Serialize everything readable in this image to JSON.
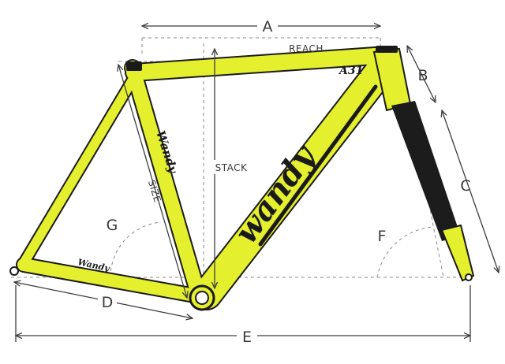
{
  "diagram": {
    "colors": {
      "frame": "#e4ef2d",
      "frame_outline": "#1a1a1a",
      "fork_dark": "#1c1c1c",
      "dimension_line": "#3d3d3d",
      "guide_dashes": "#8a8a8a"
    },
    "labels": {
      "a": "A",
      "b": "B",
      "c": "C",
      "d": "D",
      "e": "E",
      "f": "F",
      "g": "G",
      "reach": "REACH",
      "stack": "STACK",
      "size": "SIZE"
    },
    "frame_text": {
      "model": "A31",
      "brand_top_tube": "Wandy",
      "brand_down_tube": "wandy",
      "brand_chainstay": "Wandy"
    }
  }
}
